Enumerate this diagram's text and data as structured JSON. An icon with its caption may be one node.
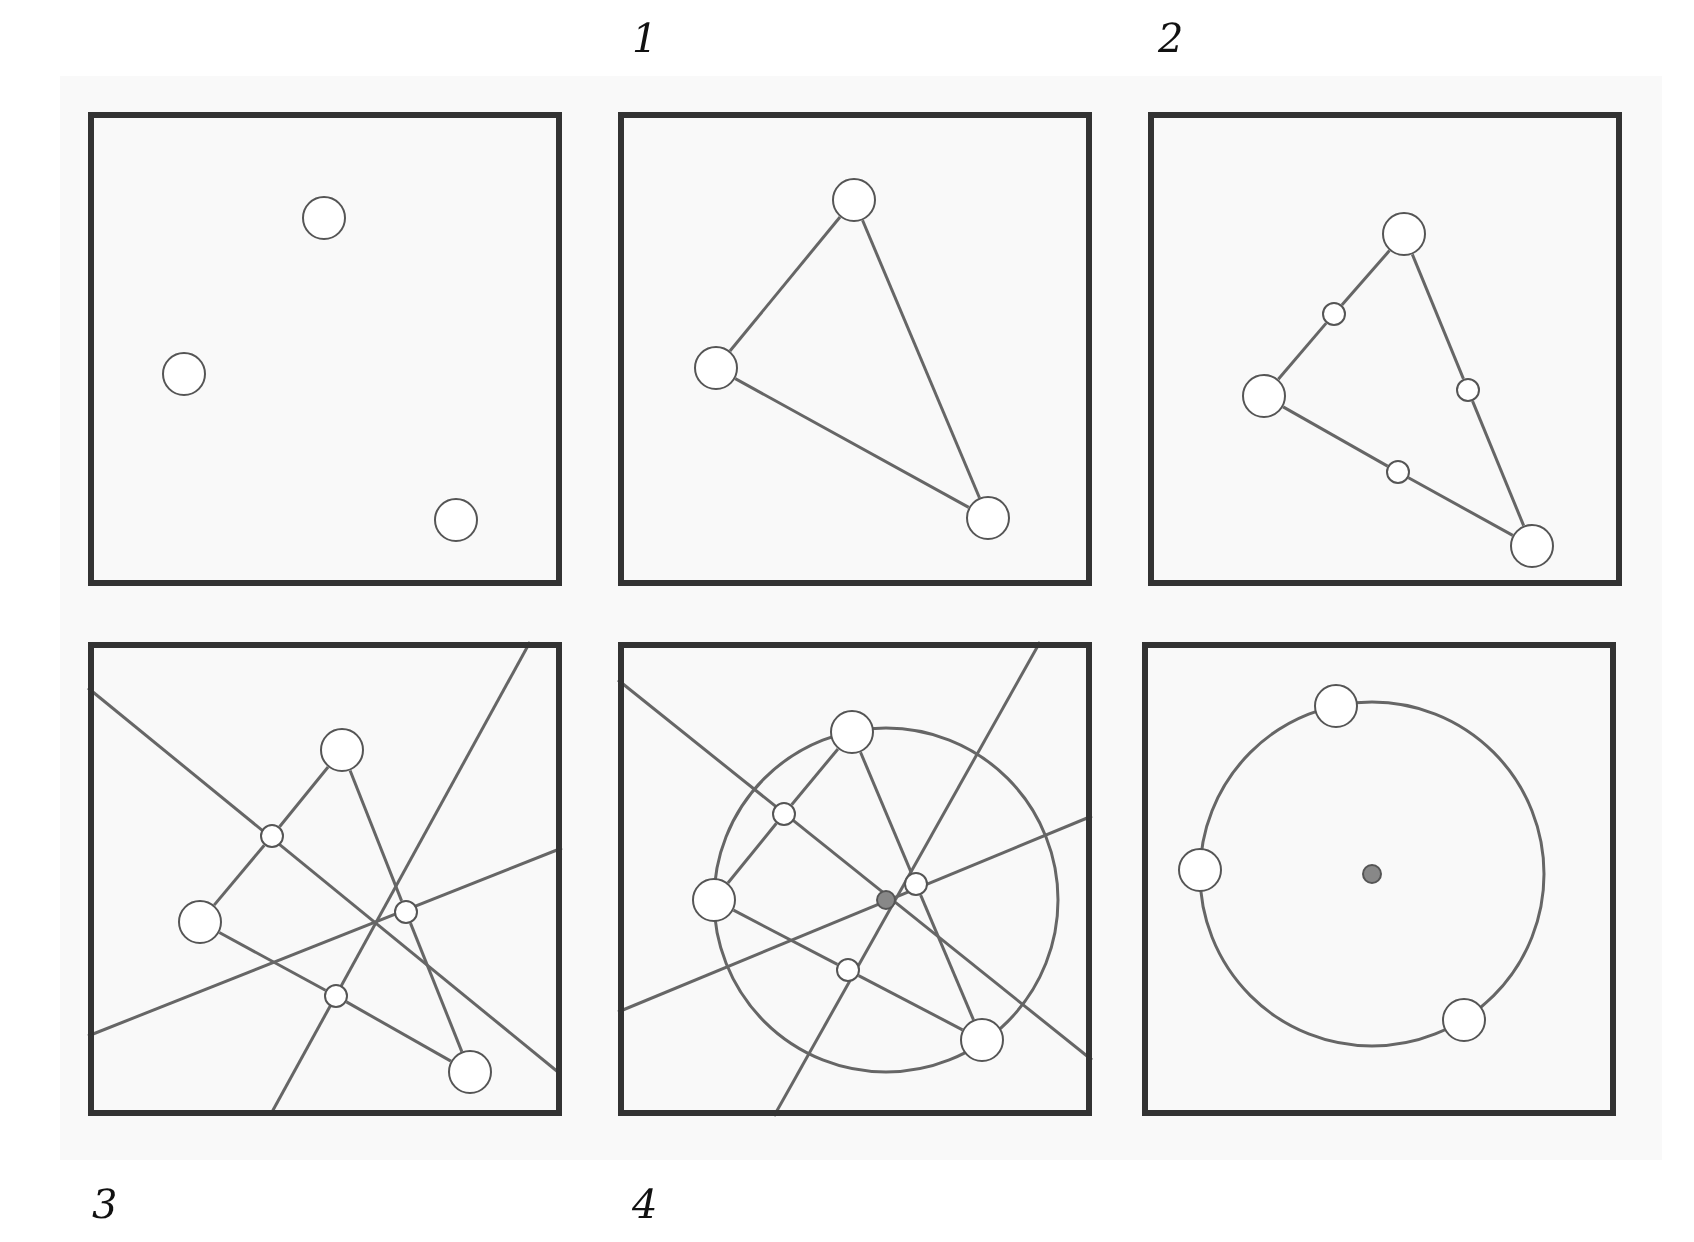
{
  "diagram": {
    "nodes": [
      {
        "text": [],
        "shape": "box"
      },
      {
        "text": [],
        "shape": "circle",
        "in": 0
      },
      {
        "text": [],
        "shape": "circle",
        "in": 0
      },
      {
        "text": [],
        "shape": "circle",
        "in": 0
      },
      {
        "text": [],
        "shape": "box"
      },
      {
        "text": [],
        "shape": "circle",
        "in": 4
      },
      {
        "text": [],
        "shape": "circle",
        "in": 4
      },
      {
        "text": [],
        "shape": "circle",
        "in": 4
      },
      {
        "text": [],
        "shape": "box"
      },
      {
        "text": [],
        "shape": "circle",
        "in": 8
      },
      {
        "text": [],
        "shape": "circle",
        "in": 8
      },
      {
        "text": [],
        "shape": "circle",
        "in": 8
      },
      {
        "text": [],
        "shape": "circle",
        "in": 8
      },
      {
        "text": [],
        "shape": "circle",
        "in": 8
      },
      {
        "text": [],
        "shape": "circle",
        "in": 8
      },
      {
        "text": [],
        "shape": "box"
      },
      {
        "text": [],
        "shape": "circle",
        "in": 15
      },
      {
        "text": [],
        "shape": "circle",
        "in": 15
      },
      {
        "text": [],
        "shape": "circle",
        "in": 15
      },
      {
        "text": [],
        "shape": "circle",
        "in": 15
      },
      {
        "text": [],
        "shape": "circle",
        "in": 15
      },
      {
        "text": [],
        "shape": "circle",
        "in": 15
      },
      {
        "text": [],
        "shape": "box"
      },
      {
        "text": [],
        "shape": "circle",
        "in": 22
      },
      {
        "text": [],
        "shape": "circle",
        "in": 22
      },
      {
        "text": [],
        "shape": "circle",
        "in": 22
      },
      {
        "text": [],
        "shape": "circle",
        "in": 22
      },
      {
        "text": [],
        "shape": "circle",
        "in": 22
      },
      {
        "text": [],
        "shape": "circle",
        "in": 22
      },
      {
        "text": [],
        "shape": "circle",
        "in": 22
      },
      {
        "text": [],
        "shape": "box"
      },
      {
        "text": [],
        "shape": "circle",
        "in": 30
      },
      {
        "text": [],
        "shape": "circle",
        "in": 30
      },
      {
        "text": [],
        "shape": "circle",
        "in": 30
      },
      {
        "text": [],
        "shape": "circle",
        "in": 30
      }
    ],
    "edges": [
      {
        "from": 5,
        "to": 6,
        "arrow": "none"
      },
      {
        "from": 5,
        "to": 7,
        "arrow": "none"
      },
      {
        "from": 6,
        "to": 7,
        "arrow": "none"
      },
      {
        "from": 9,
        "to": 10,
        "arrow": "none"
      },
      {
        "from": 10,
        "to": 12,
        "arrow": "none"
      },
      {
        "from": 9,
        "to": 11,
        "arrow": "none"
      },
      {
        "from": 11,
        "to": 14,
        "arrow": "none"
      },
      {
        "from": 12,
        "to": 13,
        "arrow": "none"
      },
      {
        "from": 13,
        "to": 14,
        "arrow": "none"
      },
      {
        "from": 16,
        "to": 17,
        "arrow": "none"
      },
      {
        "from": 17,
        "to": 19,
        "arrow": "none"
      },
      {
        "from": 16,
        "to": 18,
        "arrow": "none"
      },
      {
        "from": 18,
        "to": 21,
        "arrow": "none"
      },
      {
        "from": 19,
        "to": 20,
        "arrow": "none"
      },
      {
        "from": 20,
        "to": 21,
        "arrow": "none"
      },
      {
        "from": 23,
        "to": 24,
        "arrow": "none"
      },
      {
        "from": 24,
        "to": 26,
        "arrow": "none"
      },
      {
        "from": 23,
        "to": 25,
        "arrow": "none"
      },
      {
        "from": 25,
        "to": 29,
        "arrow": "none"
      },
      {
        "from": 26,
        "to": 28,
        "arrow": "none"
      },
      {
        "from": 28,
        "to": 29,
        "arrow": "none"
      }
    ],
    "labels": [
      "1",
      "2",
      "3",
      "4"
    ]
  }
}
